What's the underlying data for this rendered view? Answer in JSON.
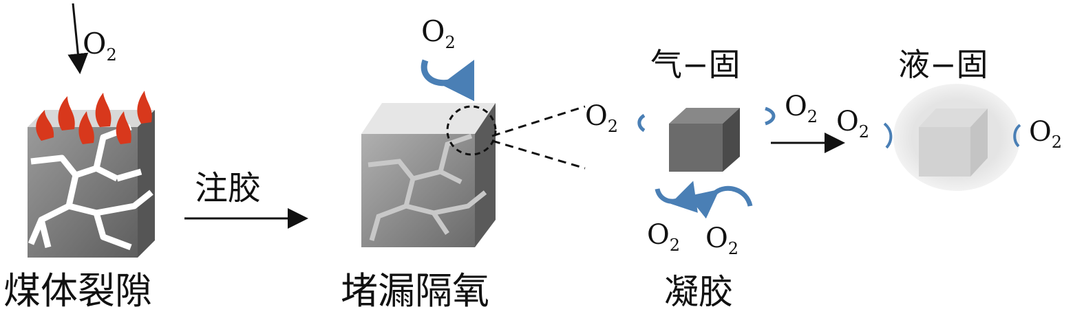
{
  "oxygen": {
    "main": "O",
    "sub": "2"
  },
  "labels": {
    "coal_crack": "煤体裂隙",
    "grouting": "注胶",
    "sealing": "堵漏隔氧",
    "gas_solid": "气−固",
    "liquid_solid": "液−固",
    "gel": "凝胶"
  },
  "colors": {
    "arrow_blue": "#4a7fb5",
    "cube_gray": "#8a8a8a",
    "flame": "#d8381c"
  }
}
